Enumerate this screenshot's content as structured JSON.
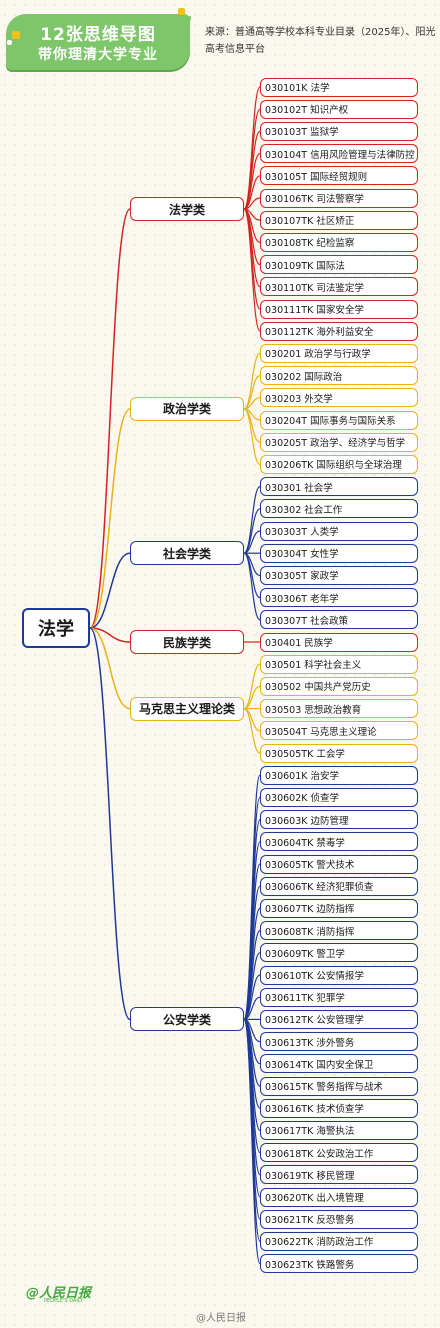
{
  "header": {
    "title_line1": "12张思维导图",
    "title_line2": "带你理清大学专业",
    "source": "来源：普通高等学校本科专业目录（2025年）、阳光高考信息平台"
  },
  "root": {
    "label": "法学"
  },
  "colors": {
    "red": "#d42420",
    "yellow": "#e9b218",
    "blue": "#1e3a96",
    "root_border": "#1b3b9a",
    "banner": "#7dc66a",
    "logo": "#3faa3b"
  },
  "categories": [
    {
      "label": "法学类",
      "color": "red",
      "majors": [
        "030101K 法学",
        "030102T 知识产权",
        "030103T 监狱学",
        "030104T 信用风险管理与法律防控",
        "030105T 国际经贸规则",
        "030106TK 司法警察学",
        "030107TK 社区矫正",
        "030108TK 纪检监察",
        "030109TK 国际法",
        "030110TK 司法鉴定学",
        "030111TK 国家安全学",
        "030112TK 海外利益安全"
      ]
    },
    {
      "label": "政治学类",
      "color": "yellow",
      "majors": [
        "030201 政治学与行政学",
        "030202 国际政治",
        "030203 外交学",
        "030204T 国际事务与国际关系",
        "030205T 政治学、经济学与哲学",
        "030206TK 国际组织与全球治理"
      ]
    },
    {
      "label": "社会学类",
      "color": "blue",
      "majors": [
        "030301 社会学",
        "030302 社会工作",
        "030303T 人类学",
        "030304T 女性学",
        "030305T 家政学",
        "030306T 老年学",
        "030307T 社会政策"
      ]
    },
    {
      "label": "民族学类",
      "color": "red",
      "majors": [
        "030401 民族学"
      ]
    },
    {
      "label": "马克思主义理论类",
      "color": "yellow",
      "majors": [
        "030501 科学社会主义",
        "030502 中国共产党历史",
        "030503 思想政治教育",
        "030504T 马克思主义理论",
        "030505TK 工会学"
      ]
    },
    {
      "label": "公安学类",
      "color": "blue",
      "majors": [
        "030601K 治安学",
        "030602K 侦查学",
        "030603K 边防管理",
        "030604TK 禁毒学",
        "030605TK 警犬技术",
        "030606TK 经济犯罪侦查",
        "030607TK 边防指挥",
        "030608TK 消防指挥",
        "030609TK 警卫学",
        "030610TK 公安情报学",
        "030611TK 犯罪学",
        "030612TK 公安管理学",
        "030613TK 涉外警务",
        "030614TK 国内安全保卫",
        "030615TK 警务指挥与战术",
        "030616TK 技术侦查学",
        "030617TK 海警执法",
        "030618TK 公安政治工作",
        "030619TK 移民管理",
        "030620TK 出入境管理",
        "030621TK 反恐警务",
        "030622TK 消防政治工作",
        "030623TK 铁路警务"
      ]
    }
  ],
  "footer": {
    "logo_text": "人民日报",
    "logo_sub": "PEOPLE'S DAILY",
    "watermark": "@人民日报"
  }
}
